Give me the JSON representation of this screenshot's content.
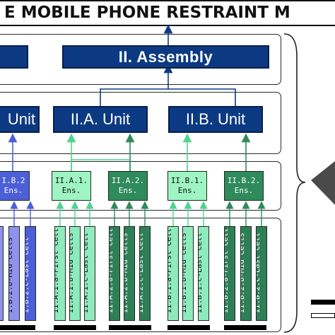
{
  "title": "E MOBILE PHONE RESTRAINT M",
  "colors": {
    "navy": "#0c3a82",
    "light_blue": "#8e92ee",
    "mid_blue": "#4c5fd8",
    "light_green": "#9ef5c3",
    "dark_green": "#2f8a5c",
    "light_green_cell": "#8feabd",
    "dark_green_cell": "#2e7f57"
  },
  "assembly": {
    "left_label": "",
    "label": "II. Assembly"
  },
  "units": [
    {
      "label": "Unit"
    },
    {
      "label": "II.A. Unit"
    },
    {
      "label": "II.B. Unit"
    }
  ],
  "ensembles": [
    {
      "line1": "I.B.2",
      "line2": "Ens."
    },
    {
      "line1": "II.A.1.",
      "line2": "Ens."
    },
    {
      "line1": "II.A.2.",
      "line2": "Ens."
    },
    {
      "line1": "II.B.1.",
      "line2": "Ens."
    },
    {
      "line1": "II.B.2.",
      "line2": "Ens."
    }
  ],
  "cells": [
    {
      "label": ""
    },
    {
      "label": "I.B.2.b-Mid Cells"
    },
    {
      "label": "I.B.2.c-Last Cell"
    },
    {
      "label": "II.A.1.a-First Cell"
    },
    {
      "label": "II.A.1.b-Mid Cells"
    },
    {
      "label": "II.A.1.c-Last Cell"
    },
    {
      "label": "II.A.2.a-First Cell"
    },
    {
      "label": "II.A.2.b-Mid Cells"
    },
    {
      "label": "II.A.2.c-Last Cell"
    },
    {
      "label": "II.B.1.a-First Cell"
    },
    {
      "label": "II.B.1.b-Mid Cells"
    },
    {
      "label": "II.B.1.c-Last Cell"
    },
    {
      "label": "II.B.2.a-First Cell"
    },
    {
      "label": "II.B.2.b-Mid Cells"
    },
    {
      "label": "II.B.2.c-Last Cell"
    }
  ]
}
